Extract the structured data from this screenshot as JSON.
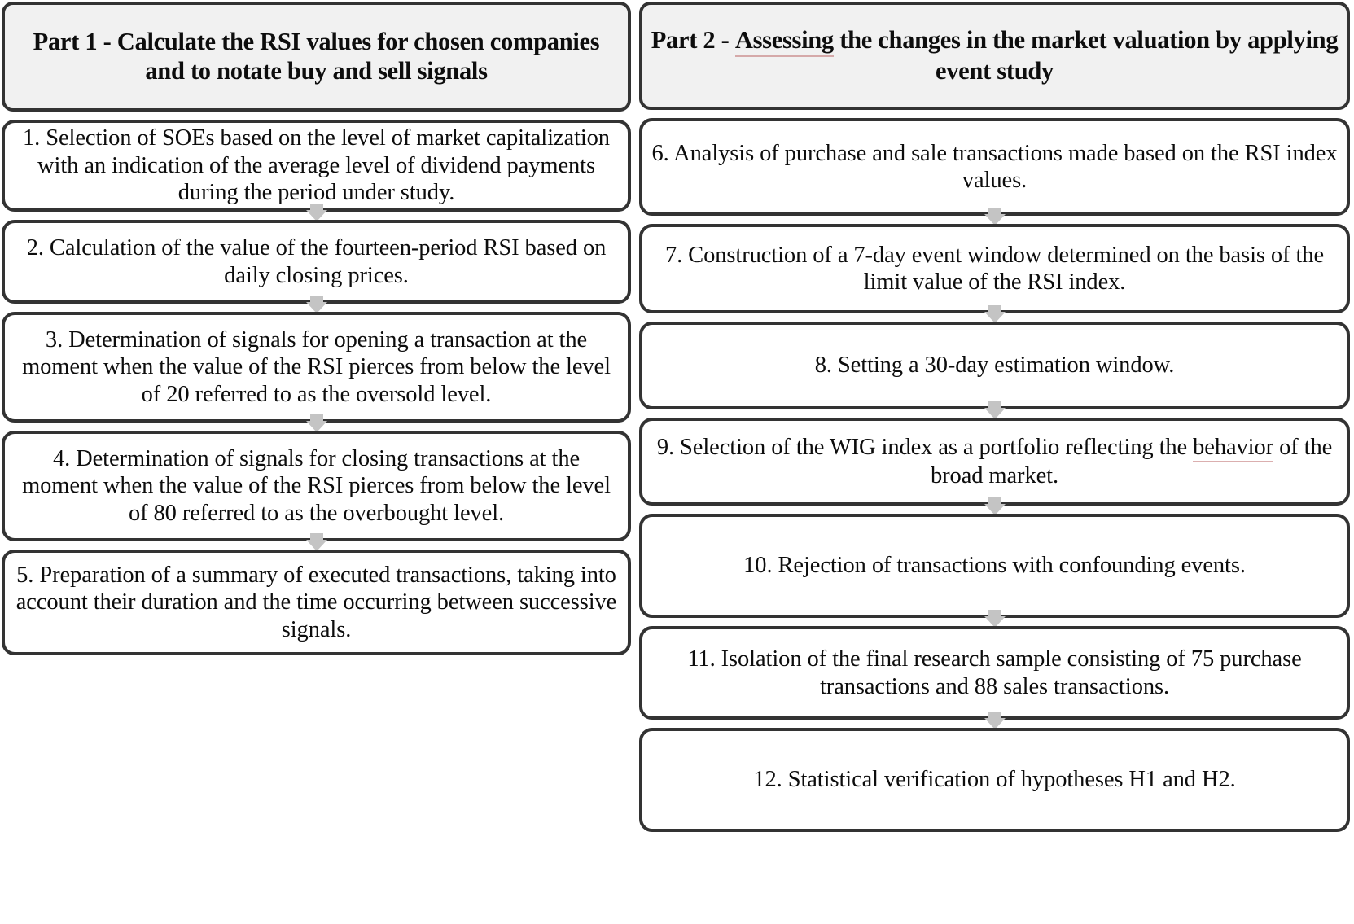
{
  "diagram": {
    "type": "flowchart",
    "columns": [
      {
        "id": "part-1",
        "header": "Part 1 - Calculate the RSI values for chosen companies and to notate buy and sell signals",
        "steps": [
          "1. Selection of SOEs based on the level of market capitalization with an indication of the average level of dividend payments during the period under study.",
          "2. Calculation of the value of the fourteen-period RSI based on daily closing prices.",
          "3. Determination of signals for opening a transaction at the moment when the value of the RSI pierces from below the level of 20 referred to as the oversold level.",
          "4. Determination of signals for closing transactions at the moment when the value of the RSI pierces from below the level of 80 referred to as the overbought level.",
          "5. Preparation of a summary of executed transactions, taking into account their duration and the time occurring between successive signals."
        ]
      },
      {
        "id": "part-2",
        "header": "Part 2 - Assessing the changes in the market valuation by applying event study",
        "steps": [
          "6. Analysis of purchase and sale transactions made based on the RSI index values.",
          "7. Construction of a 7-day event window determined on the basis of the limit value of the RSI index.",
          "8. Setting a 30-day estimation window.",
          "9. Selection of the WIG index as a portfolio reflecting the behavior of the broad market.",
          "10. Rejection of transactions with confounding events.",
          "11. Isolation of the final research sample consisting of 75 purchase transactions and 88 sales transactions.",
          "12. Statistical verification of hypotheses H1 and H2."
        ]
      }
    ],
    "colors": {
      "border": "#333333",
      "header_background": "#f1f1f1",
      "node_background": "#ffffff",
      "arrow": "#c4c4c4",
      "text": "#0d0d0d",
      "spellcheck_underline": "#be6e6e"
    },
    "connector_icon": "down-arrow-icon"
  }
}
